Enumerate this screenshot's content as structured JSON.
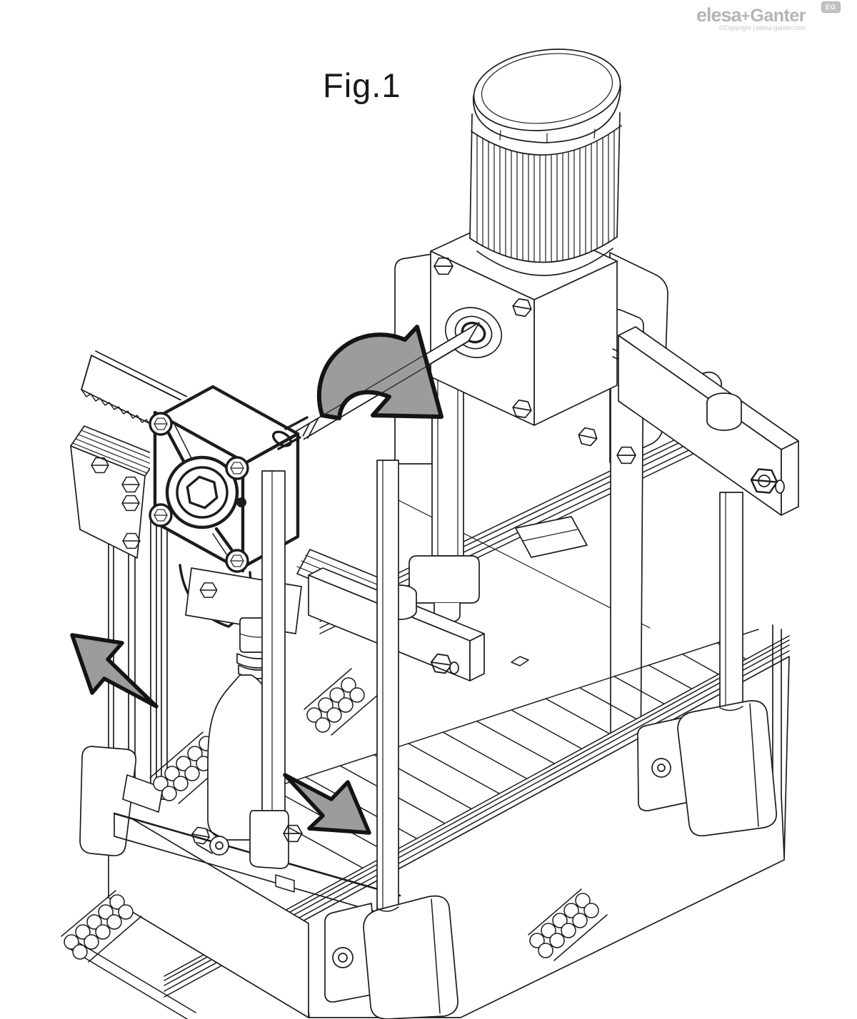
{
  "figure": {
    "label": "Fig.1"
  },
  "branding": {
    "logo_text_1": "elesa",
    "logo_text_plus": "+",
    "logo_text_2": "Ganter",
    "copyright_text": "©Copyright | elesa-ganter.com",
    "badge_text": "EG",
    "logo_color": "#b4b4b4"
  },
  "drawing": {
    "background_color": "#ffffff",
    "line_color": "#1c1c1c",
    "arrow_fill_color": "#9c9c9c",
    "style": "isometric black line technical illustration",
    "parts": [
      {
        "id": "motor",
        "label": "electric motor with cooling fins"
      },
      {
        "id": "gearbox",
        "label": "worm gearbox below motor"
      },
      {
        "id": "mounting-plate",
        "label": "gearbox mounting plate with hex bolts"
      },
      {
        "id": "drive-shaft",
        "label": "drive shaft from gearbox to flange"
      },
      {
        "id": "rotation-arrow",
        "label": "curved arrow showing shaft rotation"
      },
      {
        "id": "output-flange",
        "label": "square output flange with corner bolts and center hex"
      },
      {
        "id": "rack",
        "label": "toothed rack"
      },
      {
        "id": "clamp-bracket",
        "label": "ribbed clamp bracket with hex bolts"
      },
      {
        "id": "guide-columns",
        "label": "vertical guide columns"
      },
      {
        "id": "guide-rail-brackets",
        "label": "cross beams with cylindrical knobs and hex bolts"
      },
      {
        "id": "side-grip-chains",
        "label": "side-grip roller chain segments"
      },
      {
        "id": "bottle",
        "label": "bottle gripped above conveyor"
      },
      {
        "id": "slat-band",
        "label": "slat band conveyor surface"
      },
      {
        "id": "guide-rails",
        "label": "conveyor guide rail extrusions"
      },
      {
        "id": "feet",
        "label": "foot clamp blocks with socket screws"
      },
      {
        "id": "arrow-left",
        "label": "direction arrow pointing up-left"
      },
      {
        "id": "arrow-right",
        "label": "direction arrow pointing down-right"
      }
    ]
  }
}
